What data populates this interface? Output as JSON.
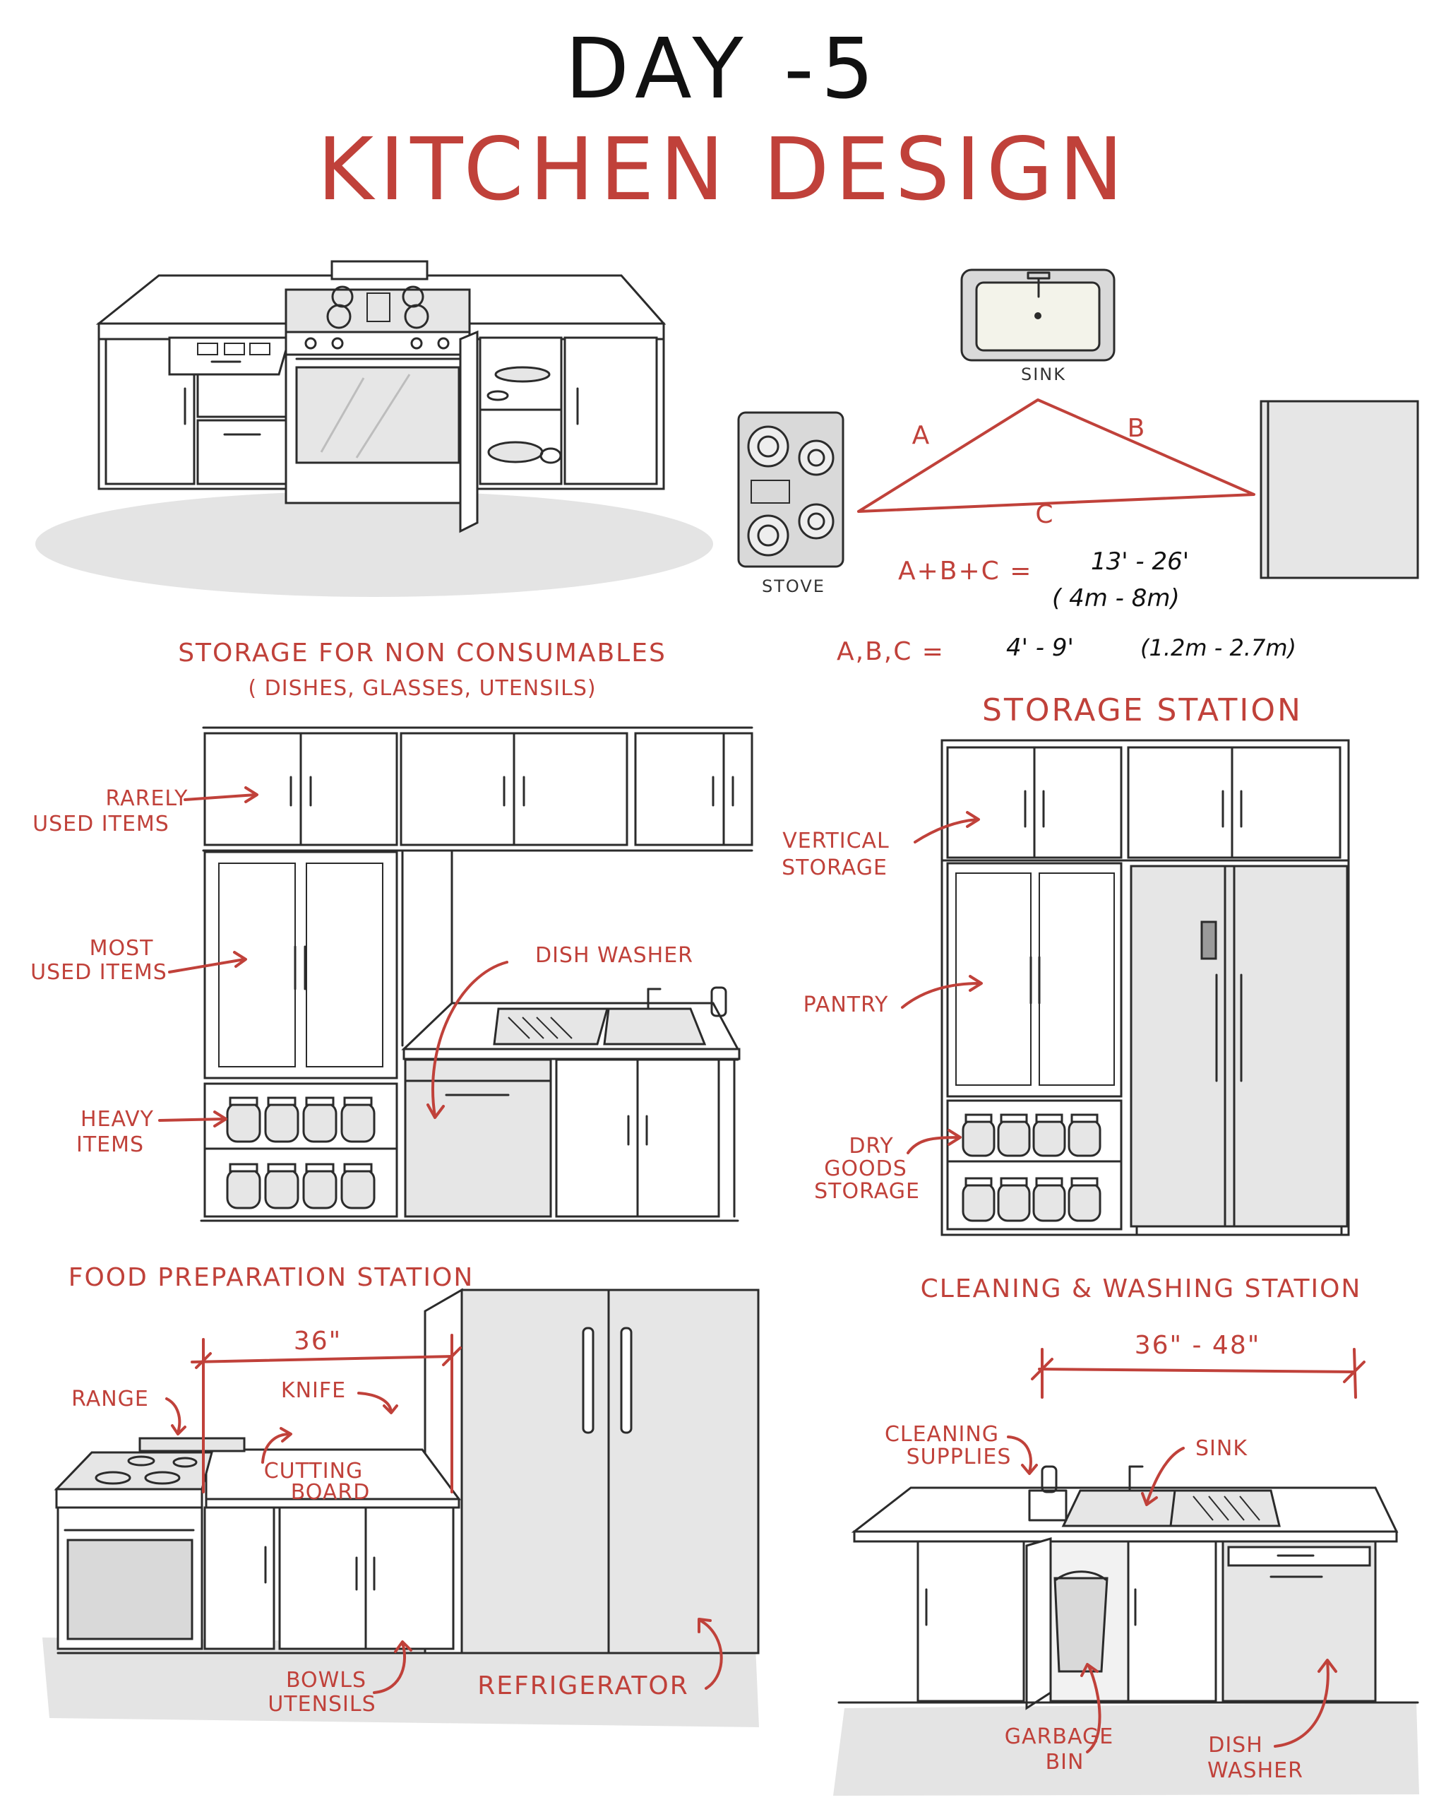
{
  "title": {
    "day": "DAY -5",
    "main": "KITCHEN DESIGN"
  },
  "triangle": {
    "sink_label": "SINK",
    "stove_label": "STOVE",
    "side_a": "A",
    "side_b": "B",
    "side_c": "C",
    "sum_formula": "A+B+C =",
    "sum_ft": "13' - 26'",
    "sum_m": "( 4m - 8m)",
    "each_formula": "A,B,C =",
    "each_ft": "4' - 9'",
    "each_m": "(1.2m - 2.7m)"
  },
  "storage_non_consumables": {
    "title": "STORAGE FOR NON CONSUMABLES",
    "subtitle": "( DISHES, GLASSES, UTENSILS)",
    "labels": {
      "rarely_1": "RARELY",
      "rarely_2": "USED ITEMS",
      "most_1": "MOST",
      "most_2": "USED ITEMS",
      "heavy_1": "HEAVY",
      "heavy_2": "ITEMS",
      "dishwasher": "DISH WASHER"
    }
  },
  "storage_station": {
    "title": "STORAGE STATION",
    "labels": {
      "vertical_1": "VERTICAL",
      "vertical_2": "STORAGE",
      "pantry": "PANTRY",
      "dry_1": "DRY",
      "dry_2": "GOODS",
      "dry_3": "STORAGE"
    }
  },
  "food_prep": {
    "title": "FOOD PREPARATION STATION",
    "dimension": "36\"",
    "labels": {
      "range": "RANGE",
      "knife": "KNIFE",
      "cutting_1": "CUTTING",
      "cutting_2": "BOARD",
      "bowls_1": "BOWLS",
      "bowls_2": "UTENSILS",
      "refrigerator": "REFRIGERATOR"
    }
  },
  "cleaning": {
    "title": "CLEANING & WASHING STATION",
    "dimension": "36\" - 48\"",
    "labels": {
      "supplies_1": "CLEANING",
      "supplies_2": "SUPPLIES",
      "sink": "SINK",
      "garbage_1": "GARBAGE",
      "garbage_2": "BIN",
      "dish_1": "DISH",
      "dish_2": "WASHER"
    }
  },
  "colors": {
    "accent_red": "#c0413a",
    "ink": "#2b2b2b",
    "appliance_gray": "#e6e6e6"
  }
}
